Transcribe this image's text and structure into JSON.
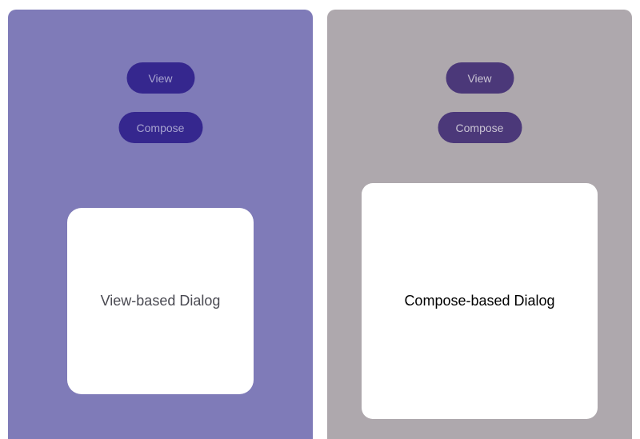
{
  "left_panel": {
    "background": "#7f7bb8",
    "buttons": {
      "view_label": "View",
      "compose_label": "Compose"
    },
    "dialog_text": "View-based Dialog"
  },
  "right_panel": {
    "background": "#aea8ad",
    "buttons": {
      "view_label": "View",
      "compose_label": "Compose"
    },
    "dialog_text": "Compose-based Dialog"
  }
}
